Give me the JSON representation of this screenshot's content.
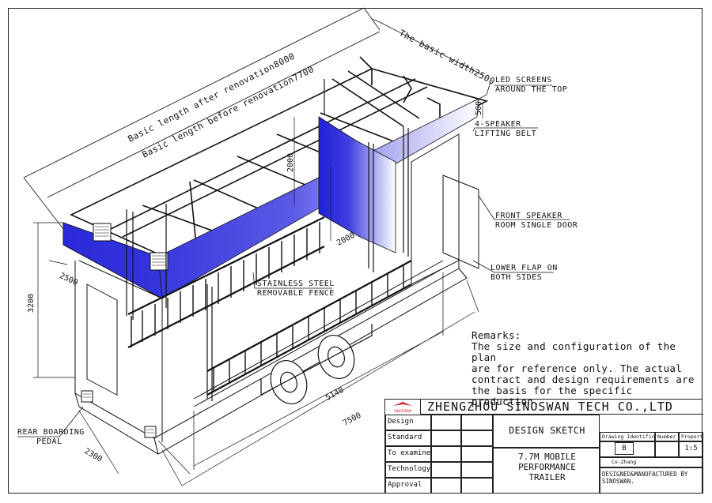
{
  "labels": {
    "basic_width": "The basic width2500",
    "length_after": "Basic length after renovation8000",
    "length_before": "Basic length before renovation7700",
    "led_screens_1": "LED SCREENS",
    "led_screens_2": "AROUND THE TOP",
    "speaker_belt_1": "4-SPEAKER",
    "speaker_belt_2": "LIFTING BELT",
    "front_speaker_1": "FRONT SPEAKER",
    "front_speaker_2": "ROOM SINGLE DOOR",
    "lower_flap_1": "LOWER FLAP ON",
    "lower_flap_2": "BOTH SIDES",
    "fence_1": "STAINLESS STEEL",
    "fence_2": "REMOVABLE FENCE",
    "rear_pedal_1": "REAR BOARDING",
    "rear_pedal_2": "PEDAL"
  },
  "dimensions": {
    "d500": "500",
    "d2000_screen": "2000",
    "d2000_side": "2000",
    "d2500": "2500",
    "d3200": "3200",
    "d5140": "5140",
    "d7500": "7500",
    "d2300": "2300"
  },
  "remarks": {
    "heading": "Remarks:",
    "lines": [
      "The size and configuration of the plan",
      "are for reference only. The actual",
      "contract and design requirements are",
      "the basis for the specific production."
    ]
  },
  "title_block": {
    "company": "ZHENGZHOU SINOSWAN TECH CO.,LTD",
    "logo_text": "SINOSWAN",
    "rows": [
      "Design",
      "Standard",
      "To examine",
      "Technology",
      "Approval"
    ],
    "sketch": "DESIGN SKETCH",
    "drawing_id_header": "Drawing Identification",
    "number_header": "Number",
    "proportion_header": "Proportion",
    "drawing_id_value": "B",
    "proportion_value": "1:5",
    "product_name_1": "7.7M MOBILE",
    "product_name_2": "PERFORMANCE",
    "product_name_3": "TRAILER",
    "co_label": "Co-Zhang",
    "designed_by_1": "DESIGNED&MANUFACTURED BY",
    "designed_by_2": "SINOSWAN."
  },
  "colors": {
    "led_blue": "#2323d8",
    "line": "#111111",
    "logo_red": "#cc2222"
  }
}
